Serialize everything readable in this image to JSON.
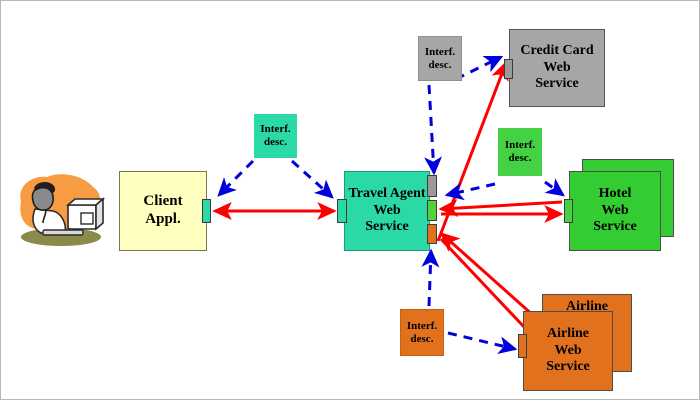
{
  "diagram": {
    "title": "Web Services Architecture Diagram",
    "background_color": "#ffffff",
    "border_color": "#b9b9b9"
  },
  "nodes": {
    "client": {
      "label": "Client\nAppl.",
      "line1": "Client",
      "line2": "Appl.",
      "color": "#ffffbf",
      "border_color": "#7a7a4d"
    },
    "travel_agent": {
      "line1": "Travel Agent",
      "line2": "Web",
      "line3": "Service",
      "color": "#2ad9a5",
      "border_color": "#1a9c76"
    },
    "credit_card": {
      "line1": "Credit Card",
      "line2": "Web",
      "line3": "Service",
      "color": "#a6a6a6",
      "border_color": "#555555"
    },
    "hotel": {
      "line1": "Hotel",
      "line2": "Web",
      "line3": "Service",
      "color": "#33cc33",
      "border_color": "#4d4d4d",
      "stacked": "true"
    },
    "airline": {
      "line1": "Airline",
      "line2": "Web",
      "line3": "Service",
      "back_label": "Airline",
      "color": "#e2711d",
      "border_color": "#4d4d4d",
      "stacked": "true"
    }
  },
  "interface_descriptions": [
    {
      "id": "if-client",
      "line1": "Interf.",
      "line2": "desc.",
      "color": "#2ad9a5"
    },
    {
      "id": "if-credit",
      "line1": "Interf.",
      "line2": "desc.",
      "color": "#a6a6a6"
    },
    {
      "id": "if-hotel",
      "line1": "Interf.",
      "line2": "desc.",
      "color": "#44d244"
    },
    {
      "id": "if-airline",
      "line1": "Interf.",
      "line2": "desc.",
      "color": "#e2711d"
    }
  ],
  "ports": [
    {
      "id": "port-client-r",
      "color": "#2ad9a5"
    },
    {
      "id": "port-ta-l",
      "color": "#2ad9a5"
    },
    {
      "id": "port-ta-gray",
      "color": "#9a9a9a"
    },
    {
      "id": "port-ta-green",
      "color": "#55d13b"
    },
    {
      "id": "port-ta-orange",
      "color": "#e2711d"
    },
    {
      "id": "port-credit-l",
      "color": "#9a9a9a"
    },
    {
      "id": "port-hotel-l",
      "color": "#44d244"
    },
    {
      "id": "port-airline-l",
      "color": "#e2711d"
    }
  ],
  "connectors": {
    "invocation_color": "#ff0000",
    "binding_color": "#0000dd",
    "invocation_style": "solid",
    "binding_style": "dashed"
  },
  "clipart": {
    "name": "user-at-computer",
    "blob_color": "#f79c42",
    "skin_color": "#8a8a8a",
    "desk_color": "#8a8a4a"
  }
}
